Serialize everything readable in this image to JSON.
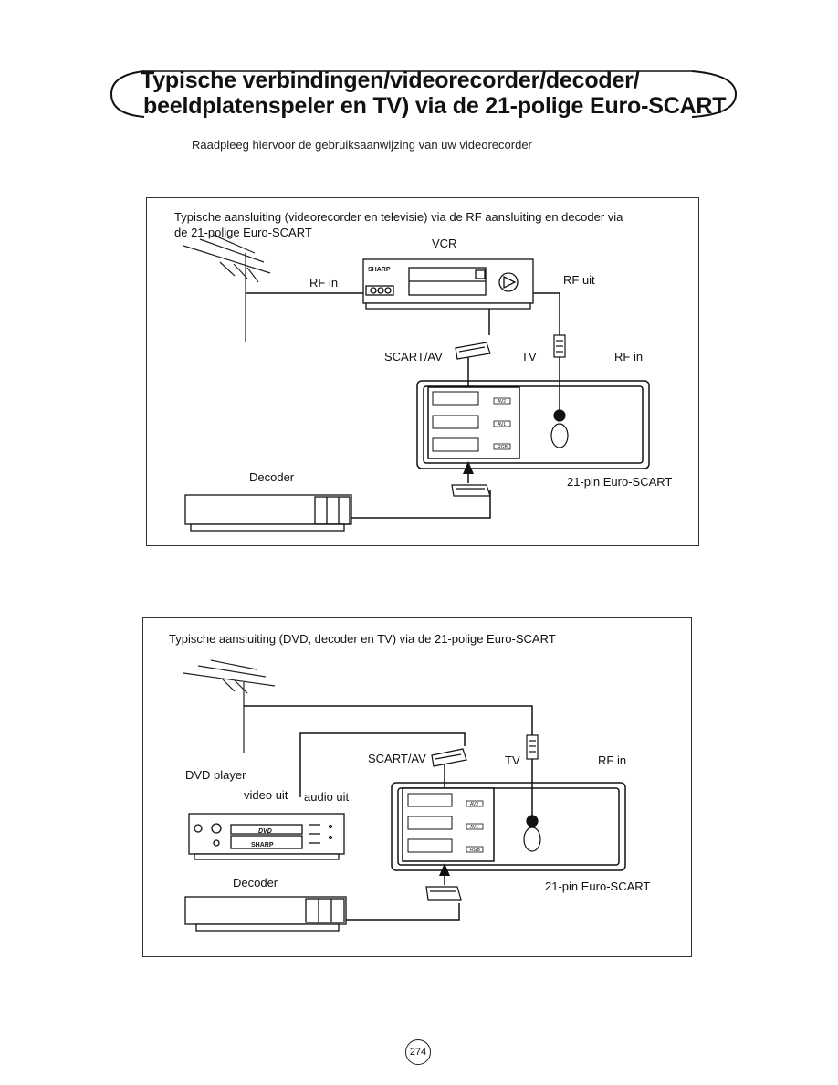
{
  "title": {
    "line1": "Typische verbindingen/videorecorder/decoder/",
    "line2": "beeldplatenspeler en TV) via de 21-polige Euro-SCART"
  },
  "subtitle": "Raadpleeg hiervoor de gebruiksaanwijzing van uw videorecorder",
  "diagram1": {
    "caption": "Typische aansluiting (videorecorder en televisie) via de RF aansluiting en decoder via de 21-polige Euro-SCART",
    "labels": {
      "vcr": "VCR",
      "rf_in_left": "RF in",
      "rf_uit": "RF uit",
      "scart_av": "SCART/AV",
      "tv": "TV",
      "rf_in_right": "RF in",
      "decoder": "Decoder",
      "euro_scart": "21-pin Euro-SCART"
    },
    "device_brand": "SHARP",
    "tv_sockets": [
      "AV2",
      "AV1",
      "RGB"
    ]
  },
  "diagram2": {
    "caption": "Typische aansluiting (DVD, decoder en TV) via de 21-polige Euro-SCART",
    "labels": {
      "scart_av": "SCART/AV",
      "tv": "TV",
      "rf_in": "RF in",
      "dvd_player": "DVD player",
      "video_uit": "video uit",
      "audio_uit": "audio uit",
      "decoder": "Decoder",
      "euro_scart": "21-pin Euro-SCART"
    },
    "device_brand": "SHARP",
    "dvd_logo": "DVD",
    "tv_sockets": [
      "AV2",
      "AV1",
      "RGB"
    ]
  },
  "page_number": "274"
}
